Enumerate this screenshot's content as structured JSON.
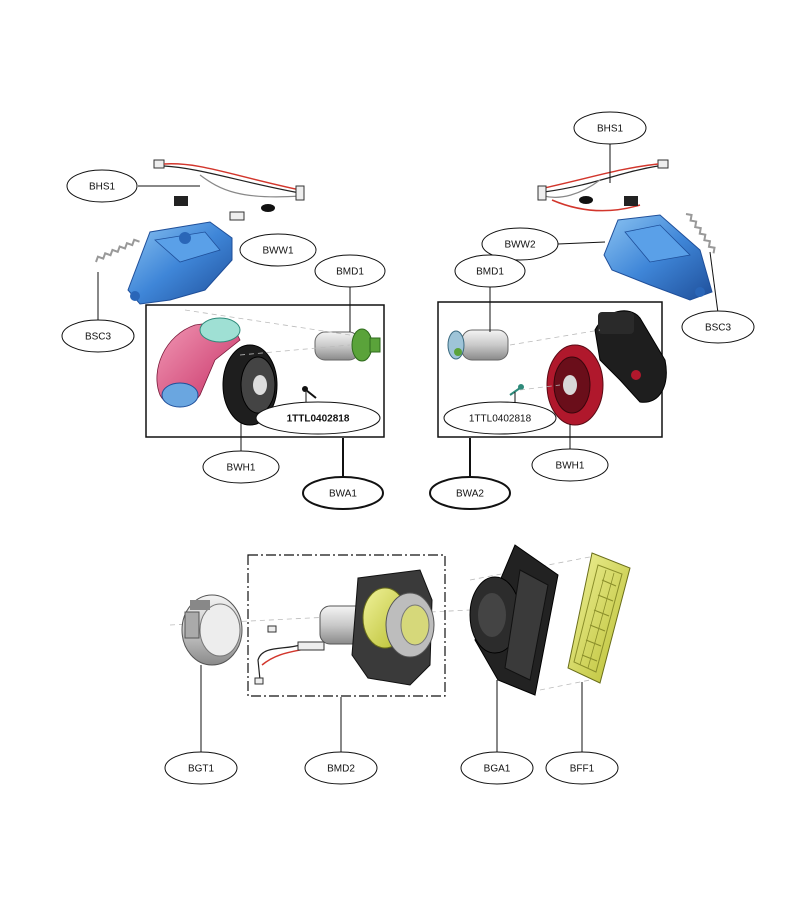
{
  "labels": {
    "bhs1_left": "BHS1",
    "bhs1_right": "BHS1",
    "bww1": "BWW1",
    "bww2": "BWW2",
    "bmd1_left": "BMD1",
    "bmd1_right": "BMD1",
    "bsc3_left": "BSC3",
    "bsc3_right": "BSC3",
    "bwh1_left": "BWH1",
    "bwh1_right": "BWH1",
    "screw_left": "1TTL0402818",
    "screw_right": "1TTL0402818",
    "bwa1": "BWA1",
    "bwa2": "BWA2",
    "bgt1": "BGT1",
    "bmd2": "BMD2",
    "bga1": "BGA1",
    "bff1": "BFF1"
  },
  "colors": {
    "housing_blue": "#3f86d8",
    "housing_pink": "#e0457a",
    "wheel_black": "#1e1e1e",
    "wheel_red": "#b0182c",
    "filter_yellow": "#d9dd5a",
    "motor_silver": "#c9c9c9",
    "gear_green": "#5aa33a",
    "wire_red": "#d2362c"
  }
}
